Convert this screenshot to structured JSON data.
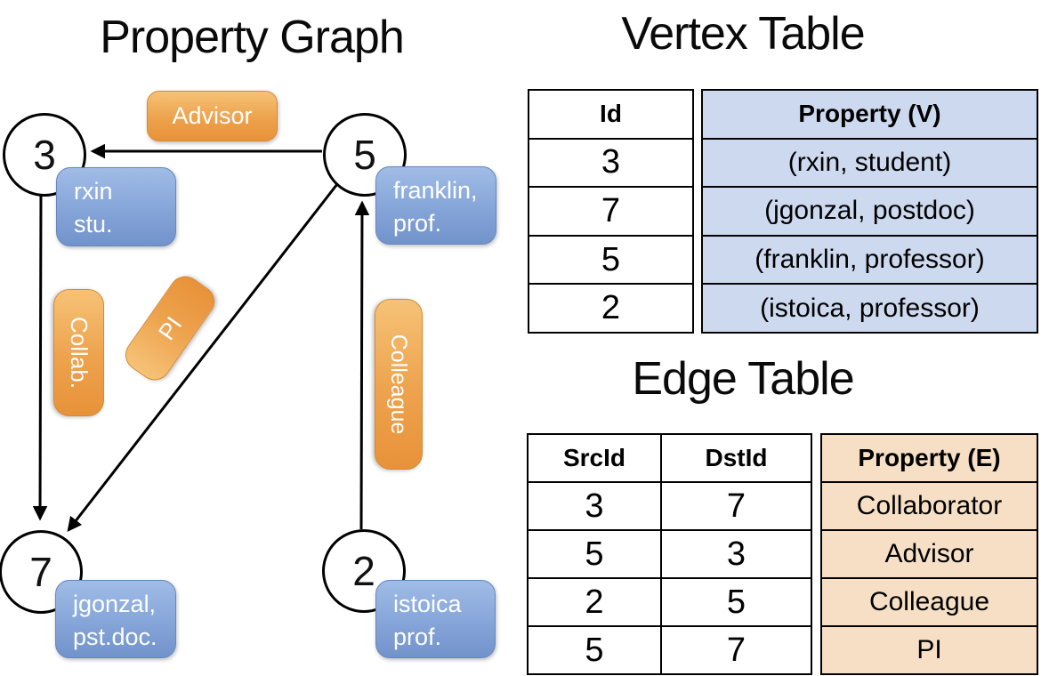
{
  "graph": {
    "title": "Property Graph",
    "nodes": [
      {
        "id": "3",
        "label_lines": [
          "rxin",
          "stu."
        ]
      },
      {
        "id": "5",
        "label_lines": [
          "franklin,",
          "prof."
        ]
      },
      {
        "id": "7",
        "label_lines": [
          "jgonzal,",
          "pst.doc."
        ]
      },
      {
        "id": "2",
        "label_lines": [
          "istoica",
          "prof."
        ]
      }
    ],
    "edges": [
      {
        "label": "Advisor"
      },
      {
        "label": "Collab."
      },
      {
        "label": "PI"
      },
      {
        "label": "Colleague"
      }
    ]
  },
  "vertex_table": {
    "title": "Vertex Table",
    "headers": {
      "id": "Id",
      "property": "Property (V)"
    },
    "rows": [
      {
        "id": "3",
        "property": "(rxin, student)"
      },
      {
        "id": "7",
        "property": "(jgonzal, postdoc)"
      },
      {
        "id": "5",
        "property": "(franklin, professor)"
      },
      {
        "id": "2",
        "property": "(istoica, professor)"
      }
    ]
  },
  "edge_table": {
    "title": "Edge Table",
    "headers": {
      "src": "SrcId",
      "dst": "DstId",
      "property": "Property (E)"
    },
    "rows": [
      {
        "src": "3",
        "dst": "7",
        "property": "Collaborator"
      },
      {
        "src": "5",
        "dst": "3",
        "property": "Advisor"
      },
      {
        "src": "2",
        "dst": "5",
        "property": "Colleague"
      },
      {
        "src": "5",
        "dst": "7",
        "property": "PI"
      }
    ]
  },
  "colors": {
    "vertex_cell_fill": "#cdd9ef",
    "edge_cell_fill": "#f6dfc4",
    "node_label_blue": "#85a5d9",
    "edge_label_orange": "#eda24c",
    "line_black": "#000000"
  }
}
